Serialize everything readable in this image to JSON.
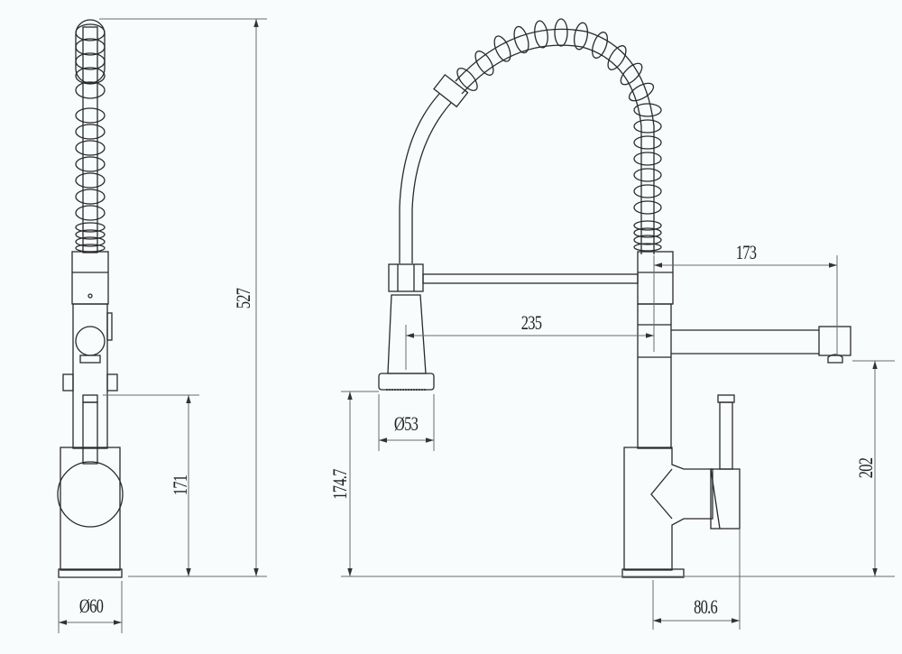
{
  "drawing": {
    "subject": "Pull-down spring kitchen faucet",
    "views": [
      "side-view",
      "front-view"
    ]
  },
  "side_view": {
    "dimensions": {
      "total_height": "527",
      "handle_height": "171",
      "base_diameter": "Ø60"
    }
  },
  "front_view": {
    "dimensions": {
      "spring_to_spout_reach": "173",
      "sprayer_to_body_reach": "235",
      "sprayer_diameter": "Ø53",
      "sprayer_height": "174.7",
      "spout_height": "202",
      "handle_offset": "80.6"
    }
  },
  "colors": {
    "background": "#f8fcfd",
    "line": "#2a2a2a",
    "dimension_line": "#6a6a6a"
  }
}
